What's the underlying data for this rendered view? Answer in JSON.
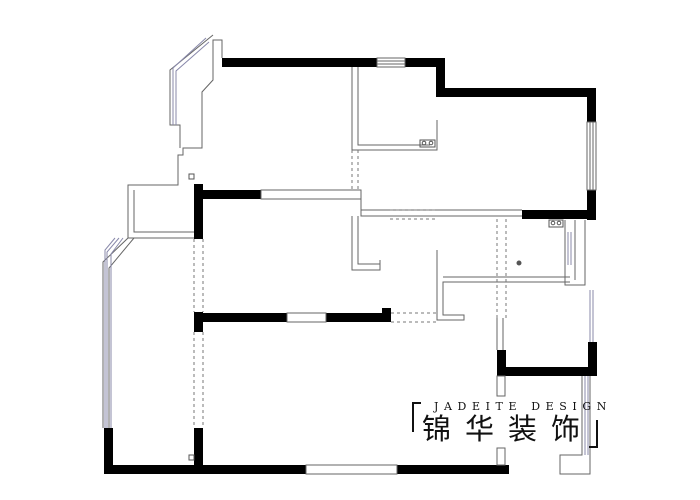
{
  "diagram": {
    "type": "floor-plan",
    "colors": {
      "wall": "#000000",
      "line": "#666666",
      "window": "#8888aa",
      "background": "#ffffff"
    }
  },
  "logo": {
    "english": "JADEITE DESIGN",
    "chinese": "锦华装饰"
  }
}
